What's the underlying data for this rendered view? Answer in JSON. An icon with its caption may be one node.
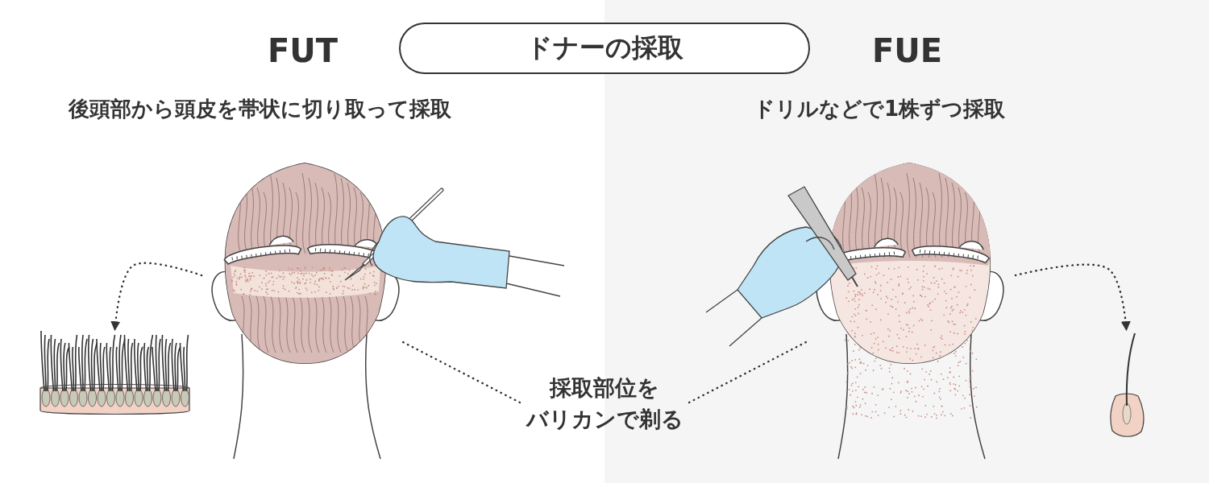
{
  "diagram": {
    "title": "ドナーの採取",
    "nodes": [
      {
        "text": [],
        "shape": "picture"
      },
      {
        "text": [],
        "shape": "picture"
      },
      {
        "text": [],
        "shape": "picture"
      },
      {
        "text": [],
        "shape": "picture"
      },
      {
        "text": [
          "採取部位をバリカンで剃る"
        ]
      }
    ],
    "edges": [
      {
        "from": 0,
        "to": 1,
        "arrow": "to",
        "style": "dashed"
      },
      {
        "from": 2,
        "to": 3,
        "arrow": "to",
        "style": "dashed"
      },
      {
        "from": 4,
        "to": 0,
        "arrow": "none",
        "style": "dashed"
      },
      {
        "from": 4,
        "to": 2,
        "arrow": "none",
        "style": "dashed"
      }
    ],
    "labels": [
      "FUT",
      "FUE",
      "後頭部から頭皮を帯状に切り取って採取",
      "ドリルなどで1株ずつ採取"
    ]
  }
}
